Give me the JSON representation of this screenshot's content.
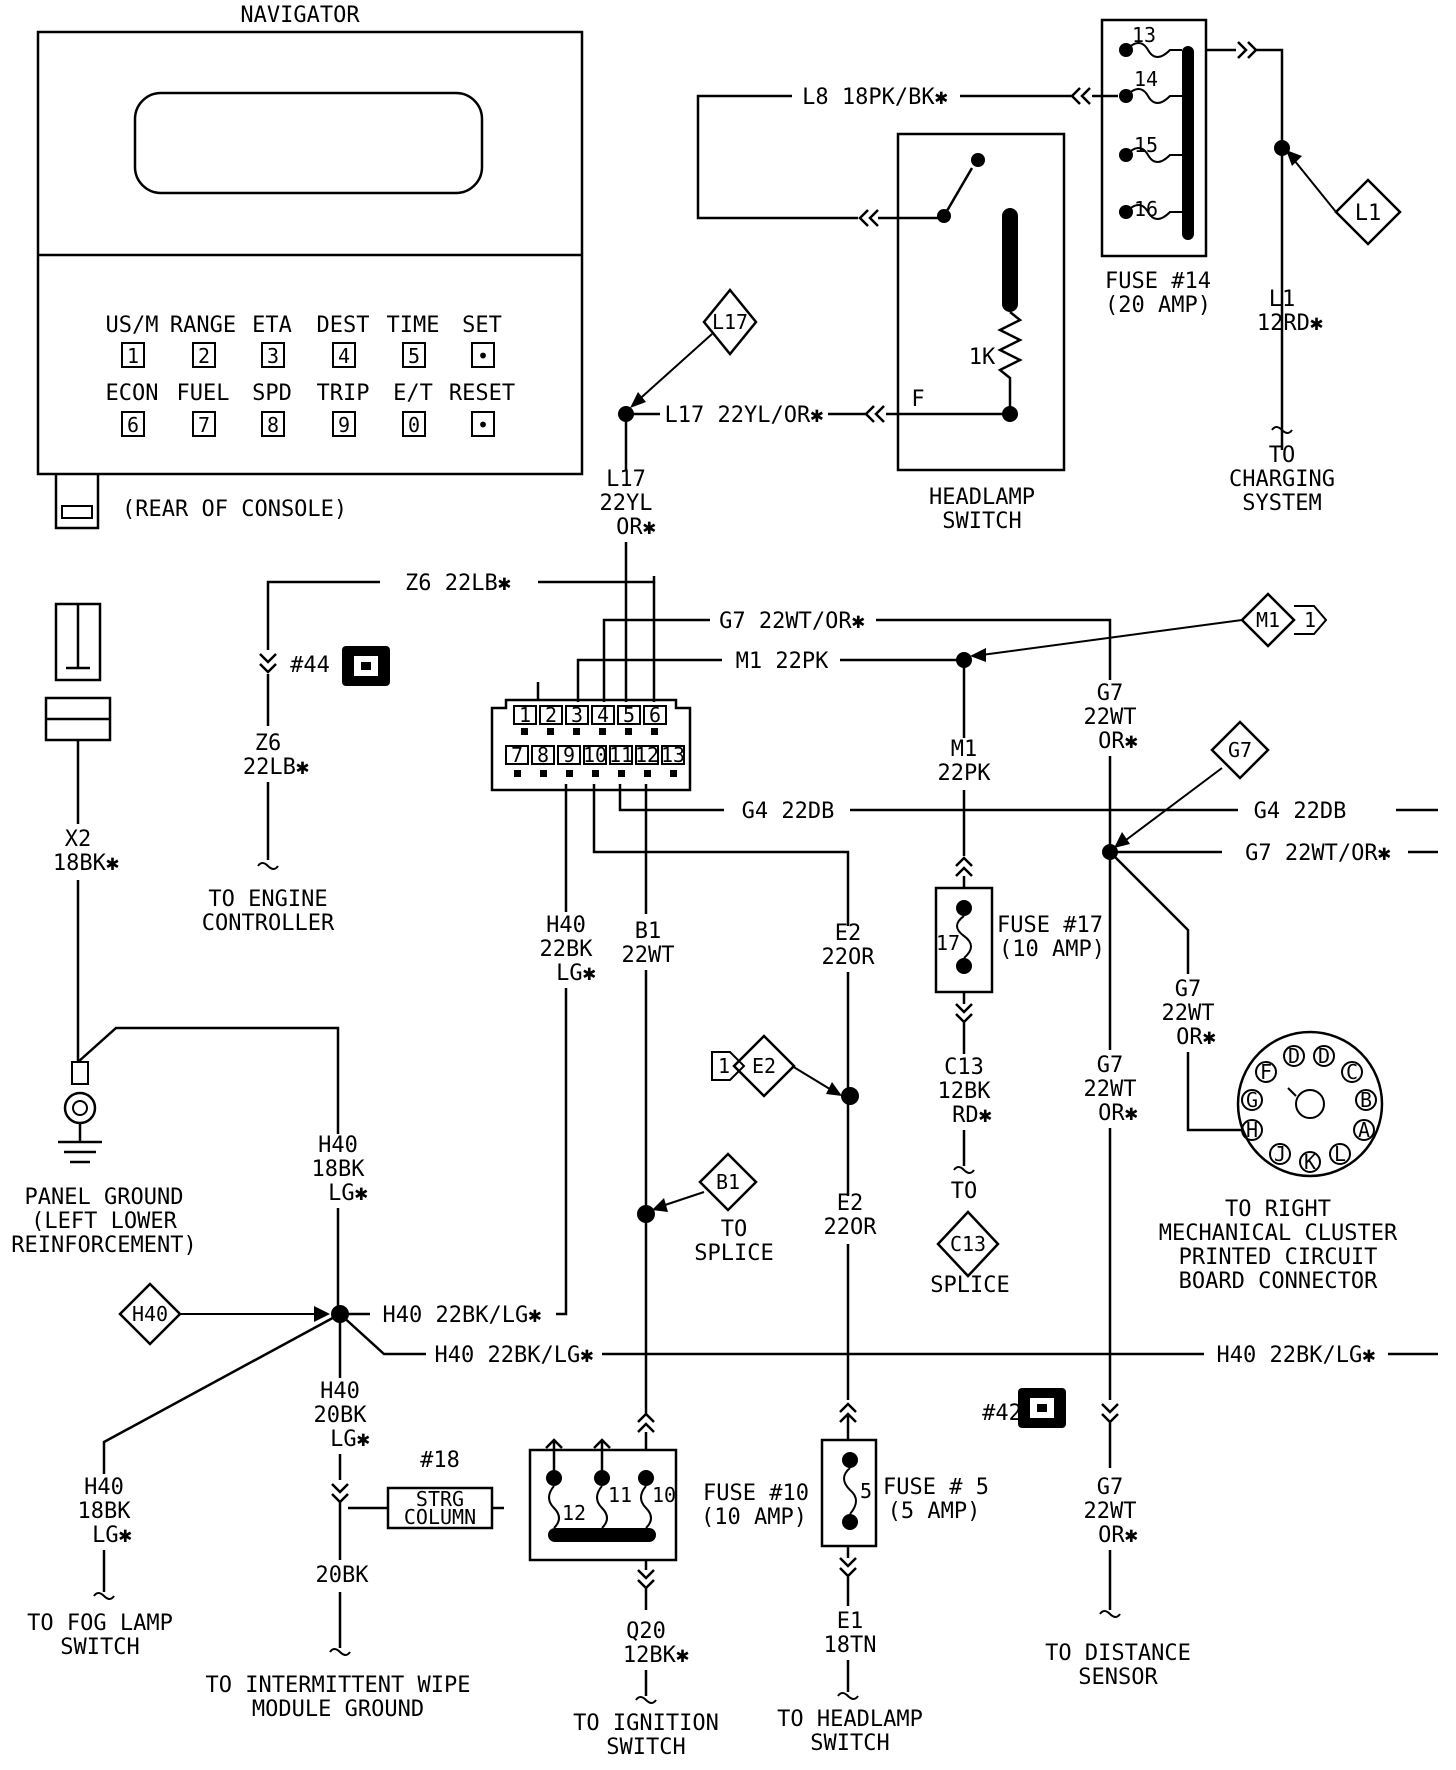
{
  "navigator": {
    "title": "NAVIGATOR",
    "rear_note": "(REAR OF CONSOLE)",
    "row1": [
      "US/M",
      "RANGE",
      "ETA",
      "DEST",
      "TIME",
      "SET"
    ],
    "row1_keys": [
      "1",
      "2",
      "3",
      "4",
      "5",
      "•"
    ],
    "row2": [
      "ECON",
      "FUEL",
      "SPD",
      "TRIP",
      "E/T",
      "RESET"
    ],
    "row2_keys": [
      "6",
      "7",
      "8",
      "9",
      "0",
      "•"
    ]
  },
  "connector": {
    "pins_top": [
      "1",
      "2",
      "3",
      "4",
      "5",
      "6"
    ],
    "pins_bottom": [
      "7",
      "8",
      "9",
      "10",
      "11",
      "12",
      "13"
    ]
  },
  "wires": {
    "l8": "L8 18PK/BK✱",
    "l17_h": "L17 22YL/OR✱",
    "l17_v1": "L17",
    "l17_v2": "22YL",
    "l17_v3": "OR✱",
    "z6_h": "Z6 22LB✱",
    "z6_v1": "Z6",
    "z6_v2": "22LB✱",
    "g7_h": "G7 22WT/OR✱",
    "m1_h": "M1 22PK",
    "m1_v1": "M1",
    "m1_v2": "22PK",
    "g7_v1": "G7",
    "g7_v2": "22WT",
    "g7_v3": "OR✱",
    "g4_h1": "G4 22DB",
    "g4_h2": "G4 22DB",
    "g7_h2": "G7 22WT/OR✱",
    "x2_1": "X2",
    "x2_2": "18BK✱",
    "h40_v1": "H40",
    "h40_v2": "22BK",
    "h40_v3": "LG✱",
    "b1_1": "B1",
    "b1_2": "22WT",
    "e2_1": "E2",
    "e2_2": "22OR",
    "e2b_1": "E2",
    "e2b_2": "22OR",
    "c13_1": "C13",
    "c13_2": "12BK",
    "c13_3": "RD✱",
    "g7r_1": "G7",
    "g7r_2": "22WT",
    "g7r_3": "OR✱",
    "g7c_1": "G7",
    "g7c_2": "22WT",
    "g7c_3": "OR✱",
    "g7d_1": "G7",
    "g7d_2": "22WT",
    "g7d_3": "OR✱",
    "h40a_1": "H40",
    "h40a_2": "18BK",
    "h40a_3": "LG✱",
    "h40_h1": "H40 22BK/LG✱",
    "h40_h2": "H40 22BK/LG✱",
    "h40_h3": "H40 22BK/LG✱",
    "h40b_1": "H40",
    "h40b_2": "20BK",
    "h40b_3": "LG✱",
    "h40c_1": "H40",
    "h40c_2": "18BK",
    "h40c_3": "LG✱",
    "bk20": "20BK",
    "q20_1": "Q20",
    "q20_2": "12BK✱",
    "e1_1": "E1",
    "e1_2": "18TN",
    "l1_1": "L1",
    "l1_2": "12RD✱"
  },
  "fuses": {
    "f14_1": "FUSE #14",
    "f14_2": "(20 AMP)",
    "f14_pins": [
      "13",
      "14",
      "15",
      "16"
    ],
    "f17_1": "FUSE #17",
    "f17_2": "(10 AMP)",
    "f17_pin": "17",
    "f10_1": "FUSE #10",
    "f10_2": "(10 AMP)",
    "f10_pins": [
      "12",
      "11",
      "10"
    ],
    "f5_1": "FUSE # 5",
    "f5_2": "(5 AMP)",
    "f5_pin": "5"
  },
  "switch": {
    "name1": "HEADLAMP",
    "name2": "SWITCH",
    "res": "1K",
    "term": "F"
  },
  "tags": {
    "l17": "L17",
    "l1": "L1",
    "m1": "M1",
    "m1_num": "1",
    "g7": "G7",
    "e2": "E2",
    "e2_num": "1",
    "b1": "B1",
    "c13": "C13",
    "h40": "H40"
  },
  "refs": {
    "r44": "#44",
    "r42": "#42",
    "r18": "#18",
    "strg1": "STRG",
    "strg2": "COLUMN"
  },
  "destinations": {
    "charging": [
      "TO",
      "CHARGING",
      "SYSTEM"
    ],
    "engine": [
      "TO ENGINE",
      "CONTROLLER"
    ],
    "ground": [
      "PANEL GROUND",
      "(LEFT LOWER",
      "REINFORCEMENT)"
    ],
    "splice_b1": [
      "TO",
      "SPLICE"
    ],
    "splice_c13_to": "TO",
    "splice_c13": "SPLICE",
    "cluster": [
      "TO RIGHT",
      "MECHANICAL CLUSTER",
      "PRINTED CIRCUIT",
      "BOARD CONNECTOR"
    ],
    "fog": [
      "TO FOG LAMP",
      "SWITCH"
    ],
    "wipe": [
      "TO INTERMITTENT WIPE",
      "MODULE GROUND"
    ],
    "ignition": [
      "TO IGNITION",
      "SWITCH"
    ],
    "headlamp": [
      "TO HEADLAMP",
      "SWITCH"
    ],
    "distance": [
      "TO DISTANCE",
      "SENSOR"
    ]
  },
  "cluster_pins": [
    "F",
    "D",
    "D",
    "C",
    "G",
    "B",
    "H",
    "A",
    "J",
    "K",
    "L"
  ]
}
